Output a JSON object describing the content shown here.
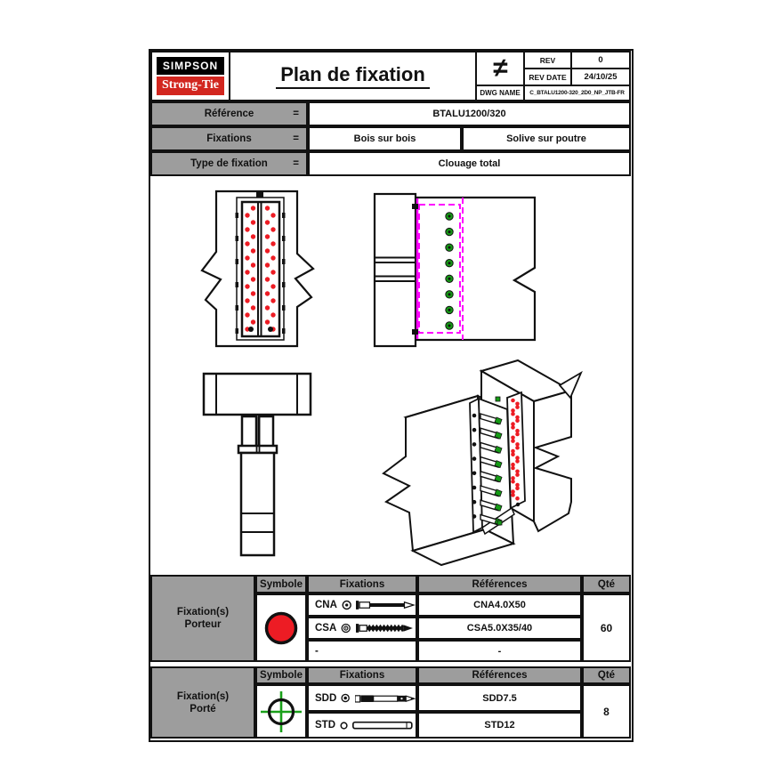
{
  "header": {
    "brand_line1": "SIMPSON",
    "brand_line2": "Strong-Tie",
    "title": "Plan de fixation",
    "symbol": "≠",
    "rev_label": "REV",
    "rev_value": "0",
    "rev_date_label": "REV DATE",
    "rev_date_value": "24/10/25",
    "dwg_label": "DWG NAME",
    "dwg_value": "C_BTALU1200-320_2D0_NP_JTB-FR"
  },
  "info_table": {
    "rows": [
      {
        "label": "Référence",
        "eq": "=",
        "value": "BTALU1200/320"
      },
      {
        "label": "Fixations",
        "eq": "=",
        "value_left": "Bois sur bois",
        "value_right": "Solive sur poutre"
      },
      {
        "label": "Type de fixation",
        "eq": "=",
        "value": "Clouage total"
      }
    ]
  },
  "porteur_table": {
    "group_line1": "Fixation(s)",
    "group_line2": "Porteur",
    "headers": {
      "symbol": "Symbole",
      "fixations": "Fixations",
      "references": "Références",
      "qty": "Qté"
    },
    "rows": [
      {
        "code": "CNA",
        "reference": "CNA4.0X50"
      },
      {
        "code": "CSA",
        "reference": "CSA5.0X35/40"
      },
      {
        "code": "-",
        "reference": "-"
      }
    ],
    "qty": "60"
  },
  "porte_table": {
    "group_line1": "Fixation(s)",
    "group_line2": "Porté",
    "headers": {
      "symbol": "Symbole",
      "fixations": "Fixations",
      "references": "Références",
      "qty": "Qté"
    },
    "rows": [
      {
        "code": "SDD",
        "reference": "SDD7.5"
      },
      {
        "code": "STD",
        "reference": "STD12"
      }
    ],
    "qty": "8"
  },
  "drawing": {
    "front_view_nail_rows": 18,
    "side_view_dowel_count": 8,
    "iso_view_nail_rows": 15,
    "iso_view_dowel_count": 8
  },
  "colors": {
    "brand_red": "#d2261f",
    "nail_red": "#ed1c24",
    "dowel_green": "#159a15",
    "cross_green": "#1aa01a",
    "hidden_magenta": "#ff00ff",
    "table_gray": "#9d9d9d"
  }
}
